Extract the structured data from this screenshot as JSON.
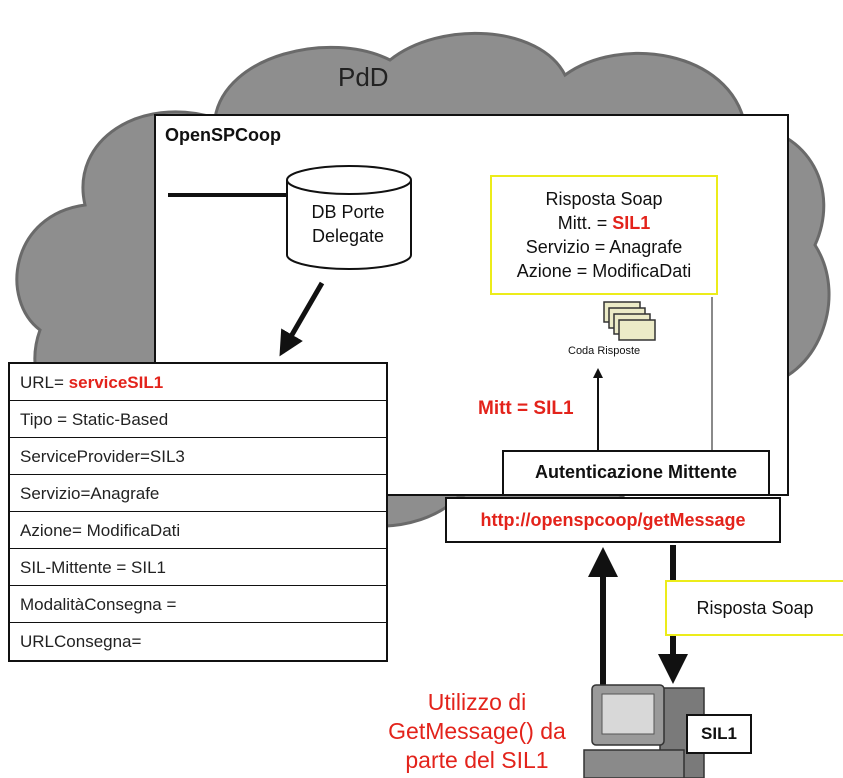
{
  "cloud_label": "PdD",
  "container_label": "OpenSPCoop",
  "database": {
    "line1": "DB Porte",
    "line2": "Delegate"
  },
  "soap_response": {
    "line1": "Risposta Soap",
    "line2_prefix": "Mitt. = ",
    "line2_value": "SIL1",
    "line3": "Servizio = Anagrafe",
    "line4": "Azione = ModificaDati"
  },
  "queue_label": "Coda Risposte",
  "mitt_label": "Mitt = SIL1",
  "auth_label": "Autenticazione Mittente",
  "endpoint_url": "http://openspcoop/getMessage",
  "reply_label": "Risposta Soap",
  "config_table": {
    "url_prefix": "URL= ",
    "url_value": "serviceSIL1",
    "rows": [
      "Tipo = Static-Based",
      "ServiceProvider=SIL3",
      "Servizio=Anagrafe",
      "Azione= ModificaDati",
      "SIL-Mittente = SIL1"
    ],
    "red_rows": [
      "ModalitàConsegna =",
      "URLConsegna="
    ]
  },
  "usage_caption": {
    "line1": "Utilizzo di",
    "line2": "GetMessage() da",
    "line3": "parte del SIL1"
  },
  "client_label": "SIL1",
  "colors": {
    "accent_red": "#e3231b",
    "highlight_yellow": "#ecec1a",
    "cloud_gray": "#8e8e8e"
  }
}
